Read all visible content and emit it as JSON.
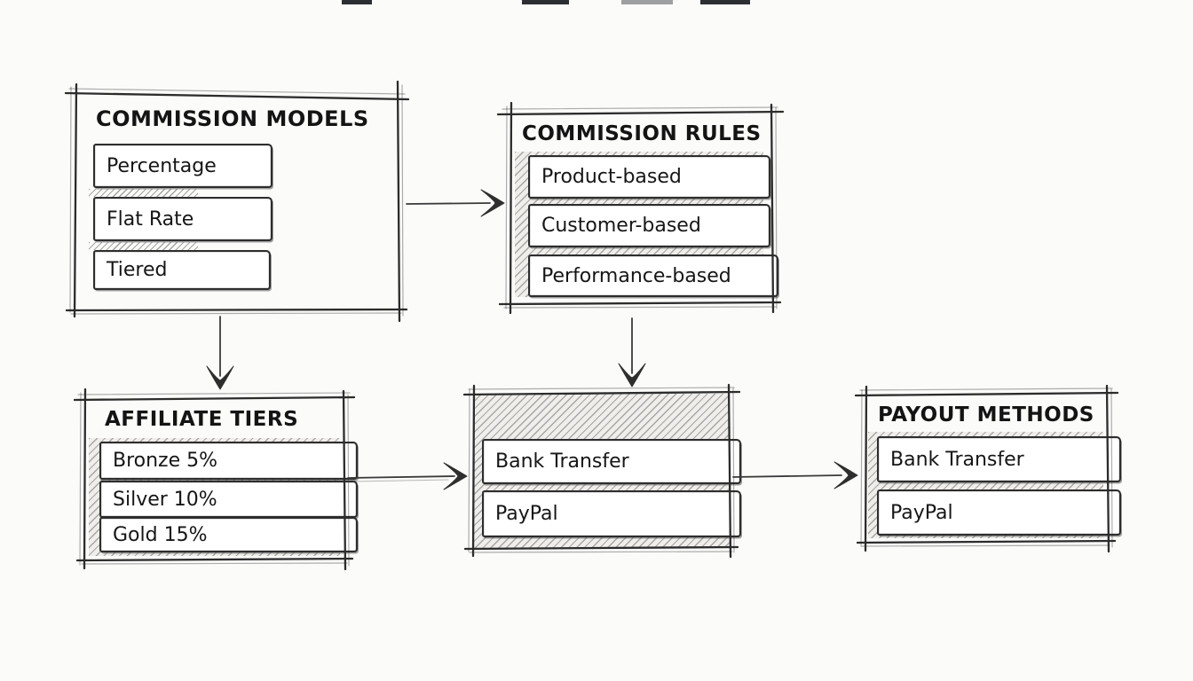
{
  "diagram": {
    "boxes": [
      {
        "id": "commission-models",
        "title": "COMMISSION MODELS",
        "items": [
          "Percentage",
          "Flat Rate",
          "Tiered"
        ]
      },
      {
        "id": "commission-rules",
        "title": "COMMISSION RULES",
        "items": [
          "Product-based",
          "Customer-based",
          "Performance-based"
        ]
      },
      {
        "id": "affiliate-tiers",
        "title": "AFFILIATE TIERS",
        "items": [
          "Bronze 5%",
          "Silver 10%",
          "Gold 15%"
        ]
      },
      {
        "id": "payment-methods-untitled",
        "items": [
          "Bank Transfer",
          "PayPal"
        ]
      },
      {
        "id": "payout-methods",
        "title": "PAYOUT METHODS",
        "items": [
          "Bank Transfer",
          "PayPal"
        ]
      }
    ],
    "connections": [
      {
        "from": "commission-models",
        "to": "commission-rules"
      },
      {
        "from": "commission-models",
        "to": "affiliate-tiers"
      },
      {
        "from": "commission-rules",
        "to": "payment-methods-untitled"
      },
      {
        "from": "affiliate-tiers",
        "to": "payment-methods-untitled"
      },
      {
        "from": "payment-methods-untitled",
        "to": "payout-methods"
      }
    ],
    "colors": {
      "ink": "#2c2c2c",
      "hatch": "#6a6a6a",
      "background": "#fbfbfa"
    }
  }
}
